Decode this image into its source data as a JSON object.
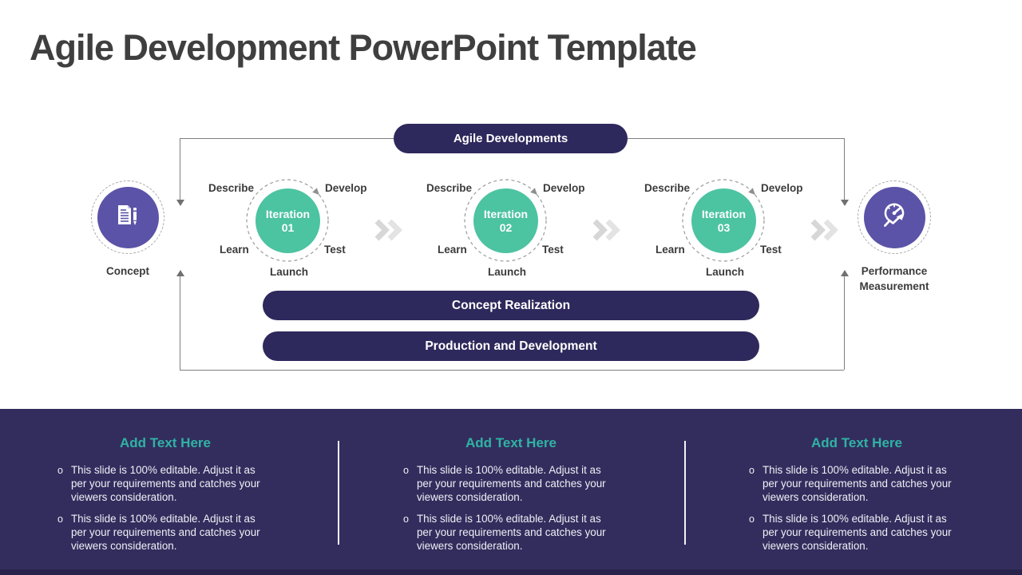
{
  "colors": {
    "navy": "#2e295c",
    "footer_background": "#332d5e",
    "teal_circle": "#4cc3a1",
    "teal_heading": "#2fb3a3",
    "purple_circle": "#5b53a7",
    "title_gray": "#3f3f3f"
  },
  "title": "Agile Development PowerPoint Template",
  "diagram": {
    "banner": "Agile Developments",
    "concept_label": "Concept",
    "performance_label_line1": "Performance",
    "performance_label_line2": "Measurement",
    "iterations": [
      {
        "line1": "Iteration",
        "line2": "01",
        "describe": "Describe",
        "develop": "Develop",
        "learn": "Learn",
        "test": "Test",
        "launch": "Launch"
      },
      {
        "line1": "Iteration",
        "line2": "02",
        "describe": "Describe",
        "develop": "Develop",
        "learn": "Learn",
        "test": "Test",
        "launch": "Launch"
      },
      {
        "line1": "Iteration",
        "line2": "03",
        "describe": "Describe",
        "develop": "Develop",
        "learn": "Learn",
        "test": "Test",
        "launch": "Launch"
      }
    ],
    "pill_concept_realization": "Concept Realization",
    "pill_production_development": "Production and Development"
  },
  "footer": {
    "bullet_marker": "o",
    "columns": [
      {
        "heading": "Add Text Here",
        "bullets": [
          "This slide is 100% editable. Adjust it as per your requirements and catches your viewers consideration.",
          "This slide is 100% editable. Adjust it as per your requirements and catches your viewers consideration."
        ]
      },
      {
        "heading": "Add Text Here",
        "bullets": [
          "This slide is 100% editable. Adjust it as per your requirements and catches your viewers consideration.",
          "This slide is 100% editable. Adjust it as per your requirements and catches your viewers consideration."
        ]
      },
      {
        "heading": "Add Text Here",
        "bullets": [
          "This slide is 100% editable. Adjust it as per your requirements and catches your viewers consideration.",
          "This slide is 100% editable. Adjust it as per your requirements and catches your viewers consideration."
        ]
      }
    ]
  }
}
